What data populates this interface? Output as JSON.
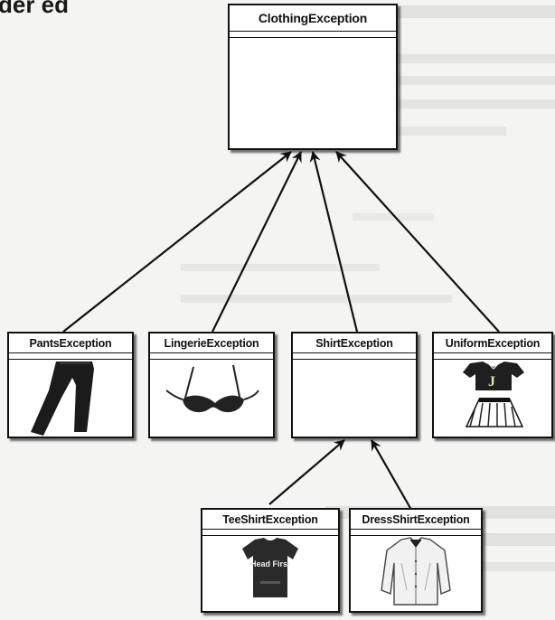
{
  "page": {
    "heading_fragment": "der ed"
  },
  "diagram": {
    "root": {
      "name": "ClothingException"
    },
    "level1": [
      {
        "name": "PantsException",
        "icon": "pants-icon"
      },
      {
        "name": "LingerieException",
        "icon": "bra-icon"
      },
      {
        "name": "ShirtException",
        "icon": ""
      },
      {
        "name": "UniformException",
        "icon": "uniform-icon"
      }
    ],
    "level2": [
      {
        "name": "TeeShirtException",
        "icon": "tshirt-icon",
        "shirt_text": "Head First"
      },
      {
        "name": "DressShirtException",
        "icon": "dress-shirt-icon"
      }
    ],
    "uniform_letter": "J"
  },
  "colors": {
    "line": "#111111",
    "box_fill": "#ffffff",
    "background": "#f4f4f2"
  }
}
